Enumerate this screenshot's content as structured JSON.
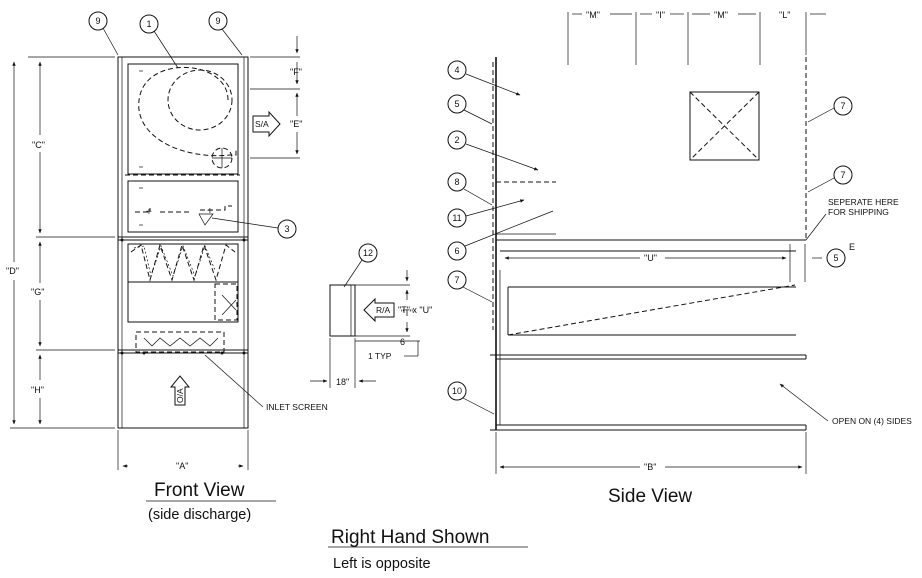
{
  "front_view": {
    "title": "Front View",
    "subtitle": "(side discharge)",
    "dims": {
      "A": "\"A\"",
      "C": "\"C\"",
      "D": "\"D\"",
      "E": "\"E\"",
      "F": "\"F\"",
      "G": "\"G\"",
      "H": "\"H\"",
      "T": "\"T\""
    },
    "dim_6": "6",
    "dim_18": "18\"",
    "one_typ": "1 TYP",
    "sa_label": "S/A",
    "ra_label": "R/A",
    "oa_label": "O/A",
    "ra_size": "\"T\" x \"U\"",
    "inlet_screen": "INLET SCREEN",
    "balloons": {
      "b1": "1",
      "b3": "3",
      "b9a": "9",
      "b9b": "9",
      "b12": "12"
    }
  },
  "side_view": {
    "title": "Side View",
    "dims": {
      "M1": "\"M\"",
      "I": "\"I\"",
      "M2": "\"M\"",
      "L": "\"L\"",
      "U": "\"U\"",
      "B": "\"B\"",
      "E": "E"
    },
    "separate_line1": "SEPERATE HERE",
    "separate_line2": "FOR SHIPPING",
    "open_sides": "OPEN ON (4) SIDES",
    "balloons": {
      "b4": "4",
      "b5a": "5",
      "b2": "2",
      "b8": "8",
      "b11": "11",
      "b6": "6",
      "b7a": "7",
      "b7b": "7",
      "b7c": "7",
      "b5b": "5",
      "b10": "10"
    }
  },
  "footer": {
    "title": "Right Hand Shown",
    "subtitle": "Left is opposite"
  }
}
